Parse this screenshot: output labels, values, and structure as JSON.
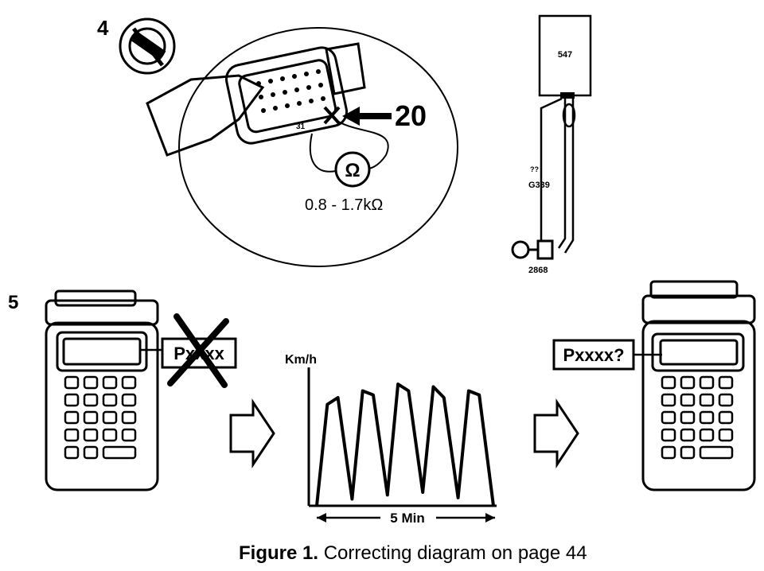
{
  "step_top": "4",
  "step_bottom": "5",
  "pin_callout": "20",
  "pin_small_label": "31",
  "ohm_symbol": "Ω",
  "resistance_range": "0.8 - 1.7kΩ",
  "module_number": "547",
  "wire_code": "G339",
  "wire_small_label": "??",
  "sensor_number": "2868",
  "screen_code_crossed": "Pxxxx",
  "screen_code_query": "Pxxxx?",
  "graph_ylabel": "Km/h",
  "graph_duration": "5 Min",
  "caption_number": "Figure 1.",
  "caption_text": "Correcting diagram on page 44",
  "chart_data": {
    "type": "line",
    "ylabel": "Km/h",
    "xlabel": "5 Min",
    "x": [
      0,
      0.3,
      0.6,
      1.0,
      1.3,
      1.6,
      2.0,
      2.3,
      2.6,
      3.0,
      3.3,
      3.6,
      4.0,
      4.3,
      4.6,
      5.0
    ],
    "y": [
      0,
      75,
      80,
      5,
      85,
      82,
      8,
      90,
      85,
      10,
      88,
      80,
      6,
      85,
      82,
      0
    ]
  }
}
